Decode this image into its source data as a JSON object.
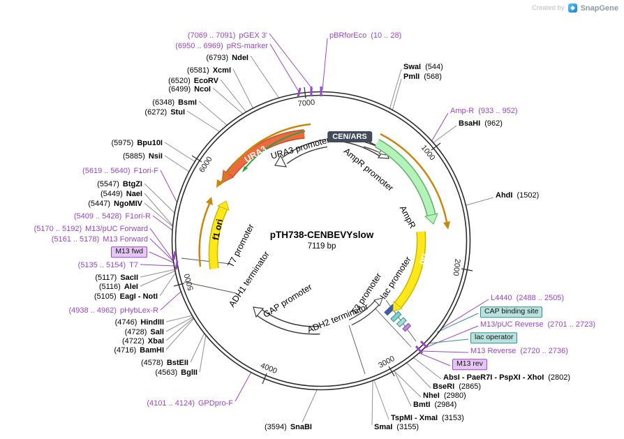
{
  "credit": {
    "prefix": "Created by",
    "brand": "SnapGene"
  },
  "plasmid": {
    "name": "pTH738-CENBEVYslow",
    "size": "7119 bp"
  },
  "scale_marks": {
    "m1000": "1000",
    "m2000": "2000",
    "m3000": "3000",
    "m4000": "4000",
    "m5000": "5000",
    "m6000": "6000",
    "m7000": "7000"
  },
  "features": {
    "ura3": "URA3",
    "ura3_promoter": "URA3 promoter",
    "cen_ars": "CEN/ARS",
    "ampr_promoter": "AmpR promoter",
    "ampr": "AmpR",
    "ori": "ori",
    "f1_ori": "f1 ori",
    "t7_promoter": "T7 promoter",
    "adh1_terminator": "ADH1 terminator",
    "gap_promoter": "GAP promoter",
    "adh2_terminator": "ADH2 terminator",
    "t3_promoter": "T3 promoter",
    "lac_promoter": "lac promoter"
  },
  "colors": {
    "backbone": "#2B2B2B",
    "ura3_fill": "#ED6A41",
    "ura3_edge": "#C24E2B",
    "yellow_fill": "#FFE81A",
    "yellow_edge": "#C9B500",
    "green_fill": "#B5F2B9",
    "green_edge": "#5BB062",
    "gold": "#C8860B",
    "green_line": "#2FA03C",
    "outline_dark": "#3A3A3A",
    "cen_ars_bg": "#414B5A",
    "primer_purple": "#9B44CC",
    "enzyme_line_gray": "#8F8F8F",
    "teal": "#2F8F8A"
  },
  "sites": {
    "pgex3": {
      "pre": "(7069 .. 7091)",
      "name": "pGEX 3'"
    },
    "prs_marker": {
      "pre": "(6950 .. 6969)",
      "name": "pRS-marker"
    },
    "ndei": {
      "pre": "(6793)",
      "name": "NdeI"
    },
    "xcmi": {
      "pre": "(6581)",
      "name": "XcmI"
    },
    "ecorv": {
      "pre": "(6520)",
      "name": "EcoRV"
    },
    "ncoi": {
      "pre": "(6499)",
      "name": "NcoI"
    },
    "bsmi": {
      "pre": "(6348)",
      "name": "BsmI"
    },
    "stui": {
      "pre": "(6272)",
      "name": "StuI"
    },
    "bpu10i": {
      "pre": "(5975)",
      "name": "Bpu10I"
    },
    "nsii": {
      "pre": "(5885)",
      "name": "NsiI"
    },
    "f1ori_f": {
      "pre": "(5619 .. 5640)",
      "name": "F1ori-F"
    },
    "btgzi": {
      "pre": "(5547)",
      "name": "BtgZI"
    },
    "naei": {
      "pre": "(5449)",
      "name": "NaeI"
    },
    "ngomiv": {
      "pre": "(5447)",
      "name": "NgoMIV"
    },
    "f1ori_r": {
      "pre": "(5409 .. 5428)",
      "name": "F1ori-R"
    },
    "m13puc_forward": {
      "pre": "(5170 .. 5192)",
      "name": "M13/pUC Forward"
    },
    "m13_forward": {
      "pre": "(5161 .. 5178)",
      "name": "M13 Forward"
    },
    "m13_fwd_box": {
      "name": "M13 fwd"
    },
    "t7_primer": {
      "pre": "(5135 .. 5154)",
      "name": "T7"
    },
    "sacii": {
      "pre": "(5117)",
      "name": "SacII"
    },
    "alei": {
      "pre": "(5116)",
      "name": "AleI"
    },
    "eagi_noti": {
      "pre": "(5105)",
      "name": "EagI - NotI"
    },
    "phyblex_r": {
      "pre": "(4938 .. 4962)",
      "name": "pHybLex-R"
    },
    "hindiii": {
      "pre": "(4746)",
      "name": "HindIII"
    },
    "sali": {
      "pre": "(4728)",
      "name": "SalI"
    },
    "xbai": {
      "pre": "(4722)",
      "name": "XbaI"
    },
    "bamhi": {
      "pre": "(4716)",
      "name": "BamHI"
    },
    "bsteii": {
      "pre": "(4578)",
      "name": "BstEII"
    },
    "bglii": {
      "pre": "(4563)",
      "name": "BglII"
    },
    "gpdpro_f": {
      "pre": "(4101 .. 4124)",
      "name": "GPDpro-F"
    },
    "snabi": {
      "pre": "(3594)",
      "name": "SnaBI"
    },
    "pbrforeco": {
      "name": "pBRforEco",
      "post": "(10 .. 28)"
    },
    "swai": {
      "name": "SwaI",
      "post": "(544)"
    },
    "pmli": {
      "name": "PmlI",
      "post": "(568)"
    },
    "amp_r": {
      "name": "Amp-R",
      "post": "(933 .. 952)"
    },
    "bsahi": {
      "name": "BsaHI",
      "post": "(962)"
    },
    "ahdi": {
      "name": "AhdI",
      "post": "(1502)"
    },
    "l4440": {
      "name": "L4440",
      "post": "(2488 .. 2505)"
    },
    "cap_box": {
      "name": "CAP binding site"
    },
    "m13puc_reverse": {
      "name": "M13/pUC Reverse",
      "post": "(2701 .. 2723)"
    },
    "lac_operator_box": {
      "name": "lac operator"
    },
    "m13_reverse": {
      "name": "M13 Reverse",
      "post": "(2720 .. 2736)"
    },
    "m13_rev_box": {
      "name": "M13 rev"
    },
    "absi_combo": {
      "name": "AbsI - PaeR7I - PspXI - XhoI",
      "post": "(2802)"
    },
    "bseri": {
      "name": "BseRI",
      "post": "(2865)"
    },
    "nhei": {
      "name": "NheI",
      "post": "(2980)"
    },
    "bmti": {
      "name": "BmtI",
      "post": "(2984)"
    },
    "tspmi_xmai": {
      "name": "TspMI - XmaI",
      "post": "(3153)"
    },
    "smai": {
      "name": "SmaI",
      "post": "(3155)"
    }
  }
}
